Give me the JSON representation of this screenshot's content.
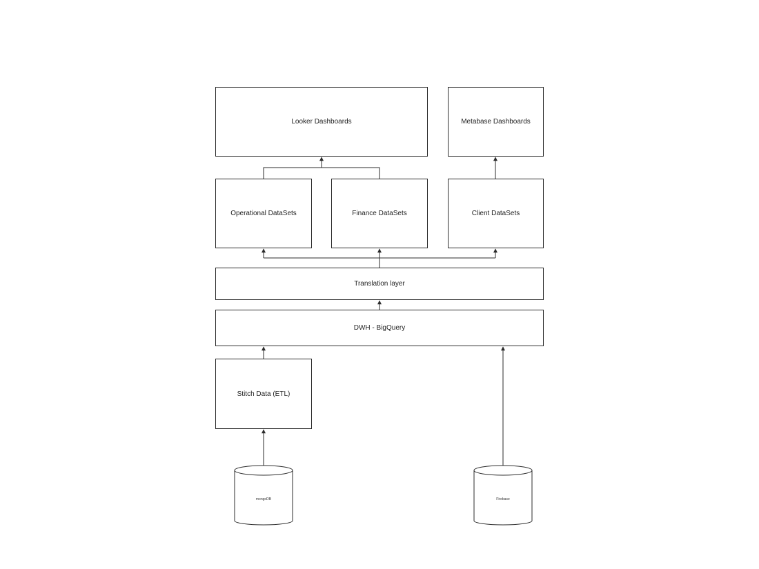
{
  "nodes": {
    "looker": "Looker Dashboards",
    "metabase": "Metabase Dashboards",
    "operational": "Operational DataSets",
    "finance": "Finance DataSets",
    "client": "Client DataSets",
    "translation": "Translation layer",
    "dwh": "DWH - BigQuery",
    "stitch": "Stitch Data (ETL)",
    "mongodb": "mongoDB",
    "firebase": "Firebase"
  },
  "colors": {
    "line": "#2b2b2b",
    "background": "#ffffff",
    "text": "#222222"
  }
}
